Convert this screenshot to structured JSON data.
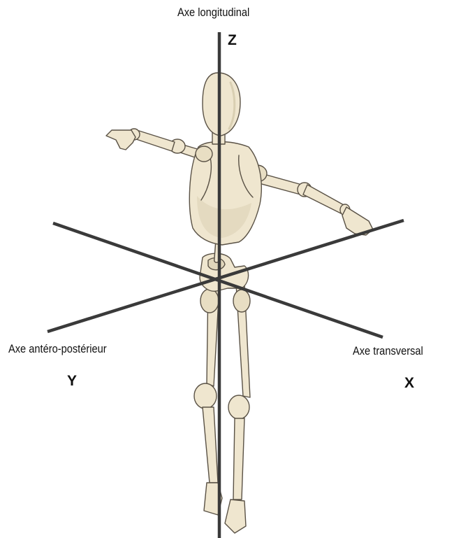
{
  "labels": {
    "longitudinal": "Axe longitudinal",
    "z": "Z",
    "antero_posterior": "Axe antéro-postérieur",
    "y": "Y",
    "transversal": "Axe transversal",
    "x": "X"
  },
  "colors": {
    "axis": "#3a3a3a",
    "bone_fill": "#efe6cf",
    "bone_shade": "#ddd2b4",
    "outline": "#5a5246"
  }
}
